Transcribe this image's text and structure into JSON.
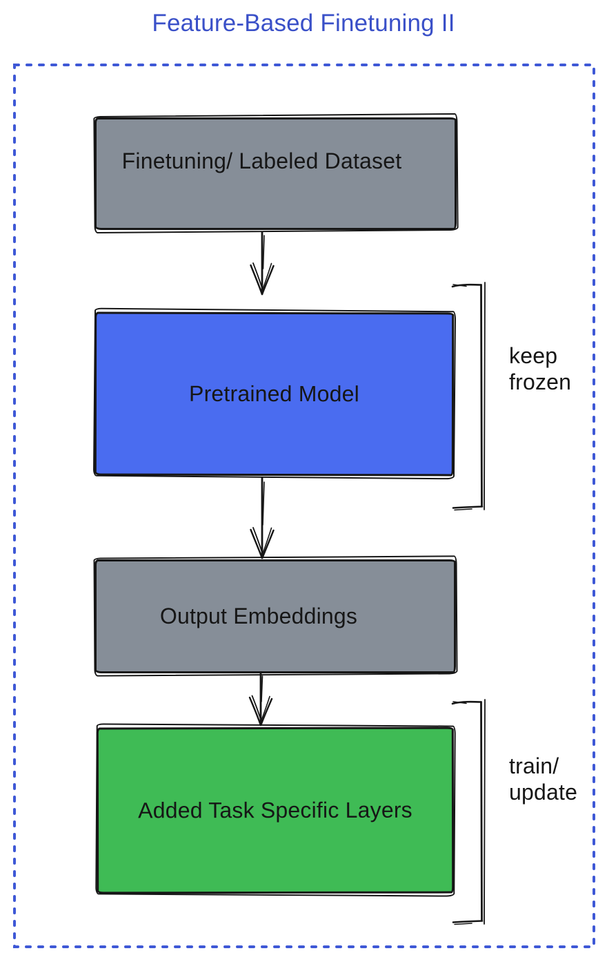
{
  "title": "Feature-Based Finetuning II",
  "colors": {
    "title_blue": "#3A50C8",
    "frame_blue": "#3E58D6",
    "node_gray": "#868E98",
    "node_blue": "#4A6CF0",
    "node_green": "#3FBB55",
    "ink": "#161616"
  },
  "diagram": {
    "nodes": [
      {
        "label": "Finetuning/ Labeled Dataset",
        "fill": "#868E98"
      },
      {
        "label": "Pretrained Model",
        "fill": "#4A6CF0"
      },
      {
        "label": "Output Embeddings",
        "fill": "#868E98"
      },
      {
        "label": "Added Task Specific Layers",
        "fill": "#3FBB55"
      }
    ],
    "side_labels": [
      {
        "text": "keep frozen"
      },
      {
        "text": "train/ update"
      }
    ]
  }
}
